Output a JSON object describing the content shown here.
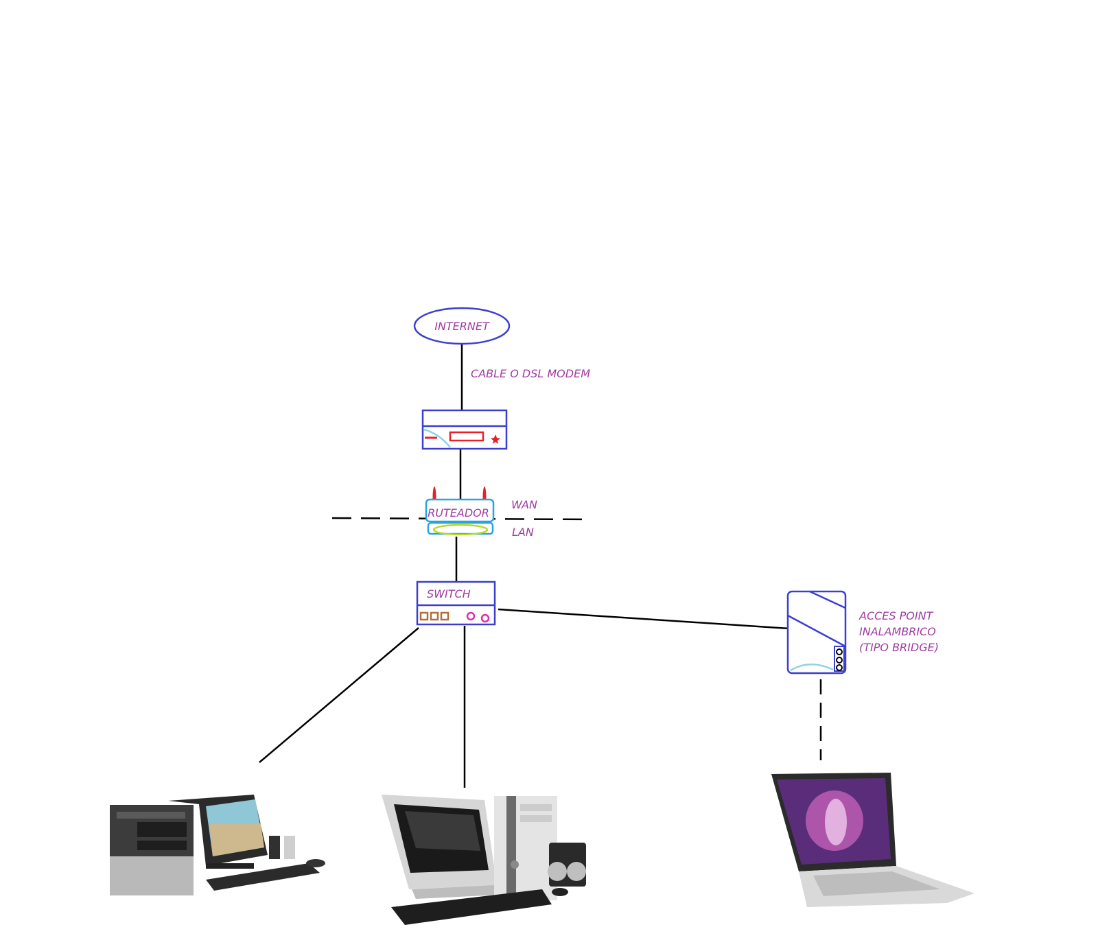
{
  "labels": {
    "internet": "INTERNET",
    "modem": "CABLE O DSL MODEM",
    "router": "RUTEADOR",
    "wan": "WAN",
    "lan": "LAN",
    "switch": "SWITCH",
    "access_point": [
      "ACCES POINT",
      "INALAMBRICO",
      "(TIPO BRIDGE)"
    ]
  },
  "colors": {
    "label": "#a13aa3",
    "outline": "#3b3fd1",
    "line": "#000000",
    "red": "#e8202a",
    "router_blue": "#29a3e0",
    "router_ring": "#b9d820",
    "light_blue": "#8fd3e8",
    "brown": "#b0703a",
    "magenta": "#e02ab0"
  },
  "icons": [
    "desktop-pc-icon",
    "desktop-pc-icon",
    "laptop-icon"
  ]
}
